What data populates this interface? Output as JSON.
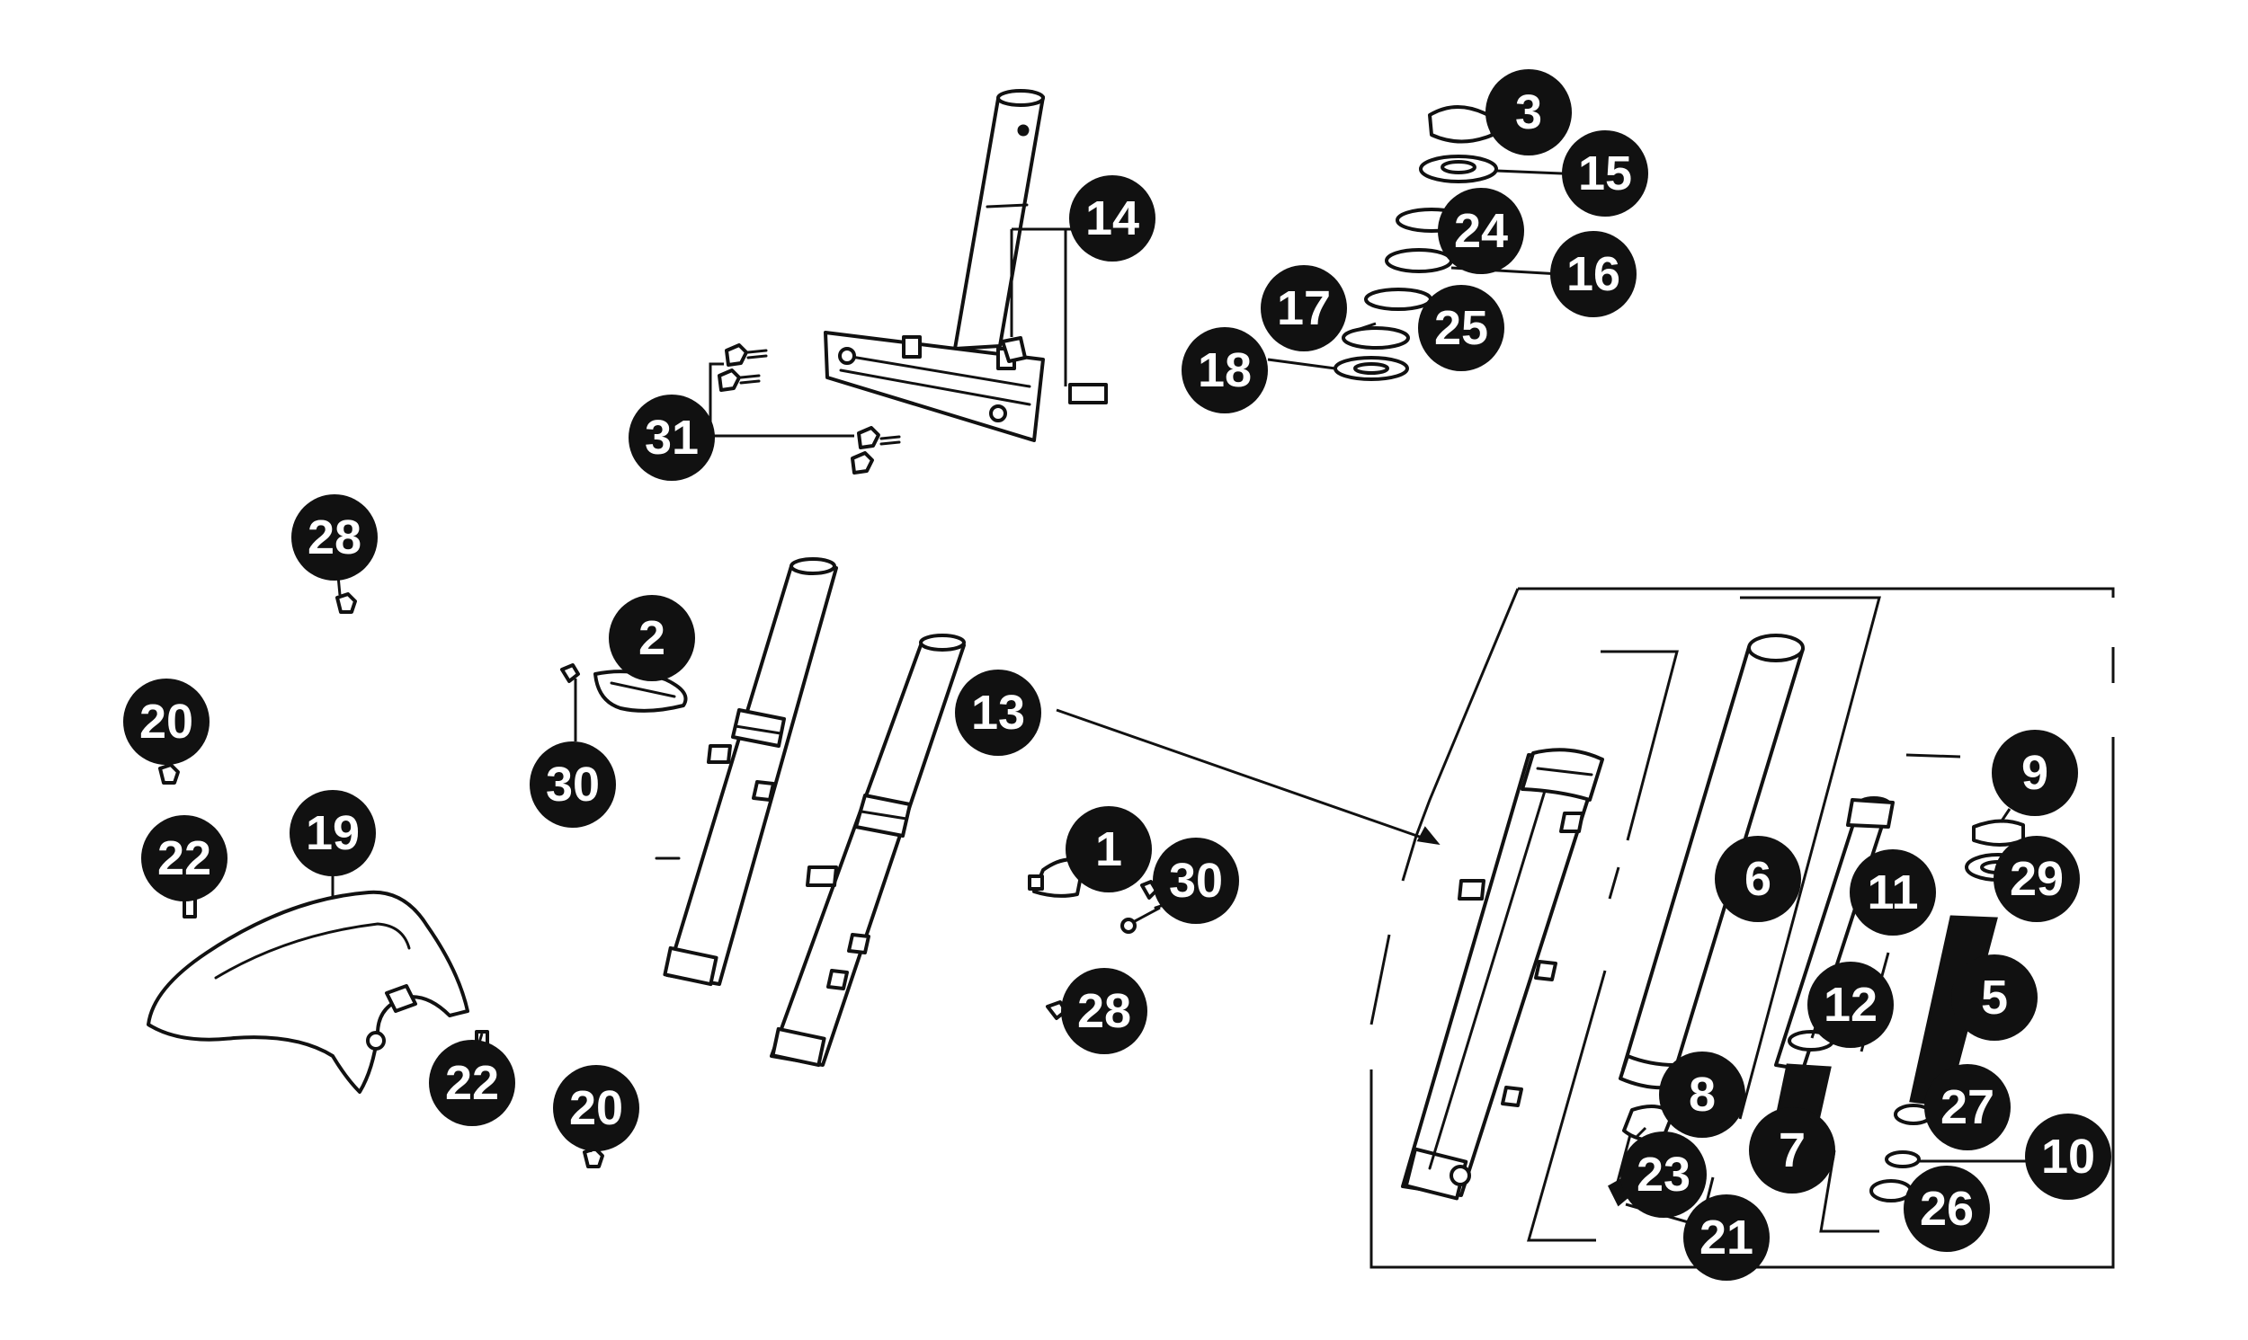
{
  "colors": {
    "ink": "#111111",
    "paper": "#ffffff",
    "callout_text": "#ffffff"
  },
  "callouts": [
    {
      "id": "c3",
      "label": "3"
    },
    {
      "id": "c15",
      "label": "15"
    },
    {
      "id": "c14",
      "label": "14"
    },
    {
      "id": "c24",
      "label": "24"
    },
    {
      "id": "c16",
      "label": "16"
    },
    {
      "id": "c17",
      "label": "17"
    },
    {
      "id": "c25",
      "label": "25"
    },
    {
      "id": "c18",
      "label": "18"
    },
    {
      "id": "c31",
      "label": "31"
    },
    {
      "id": "c28a",
      "label": "28"
    },
    {
      "id": "c2",
      "label": "2"
    },
    {
      "id": "c20a",
      "label": "20"
    },
    {
      "id": "c13",
      "label": "13"
    },
    {
      "id": "c30a",
      "label": "30"
    },
    {
      "id": "c19",
      "label": "19"
    },
    {
      "id": "c22a",
      "label": "22"
    },
    {
      "id": "c1",
      "label": "1"
    },
    {
      "id": "c30b",
      "label": "30"
    },
    {
      "id": "c28b",
      "label": "28"
    },
    {
      "id": "c22b",
      "label": "22"
    },
    {
      "id": "c20b",
      "label": "20"
    },
    {
      "id": "c9",
      "label": "9"
    },
    {
      "id": "c6",
      "label": "6"
    },
    {
      "id": "c11",
      "label": "11"
    },
    {
      "id": "c29",
      "label": "29"
    },
    {
      "id": "c5",
      "label": "5"
    },
    {
      "id": "c12",
      "label": "12"
    },
    {
      "id": "c8",
      "label": "8"
    },
    {
      "id": "c27",
      "label": "27"
    },
    {
      "id": "c7",
      "label": "7"
    },
    {
      "id": "c10",
      "label": "10"
    },
    {
      "id": "c23",
      "label": "23"
    },
    {
      "id": "c26",
      "label": "26"
    },
    {
      "id": "c21",
      "label": "21"
    }
  ]
}
